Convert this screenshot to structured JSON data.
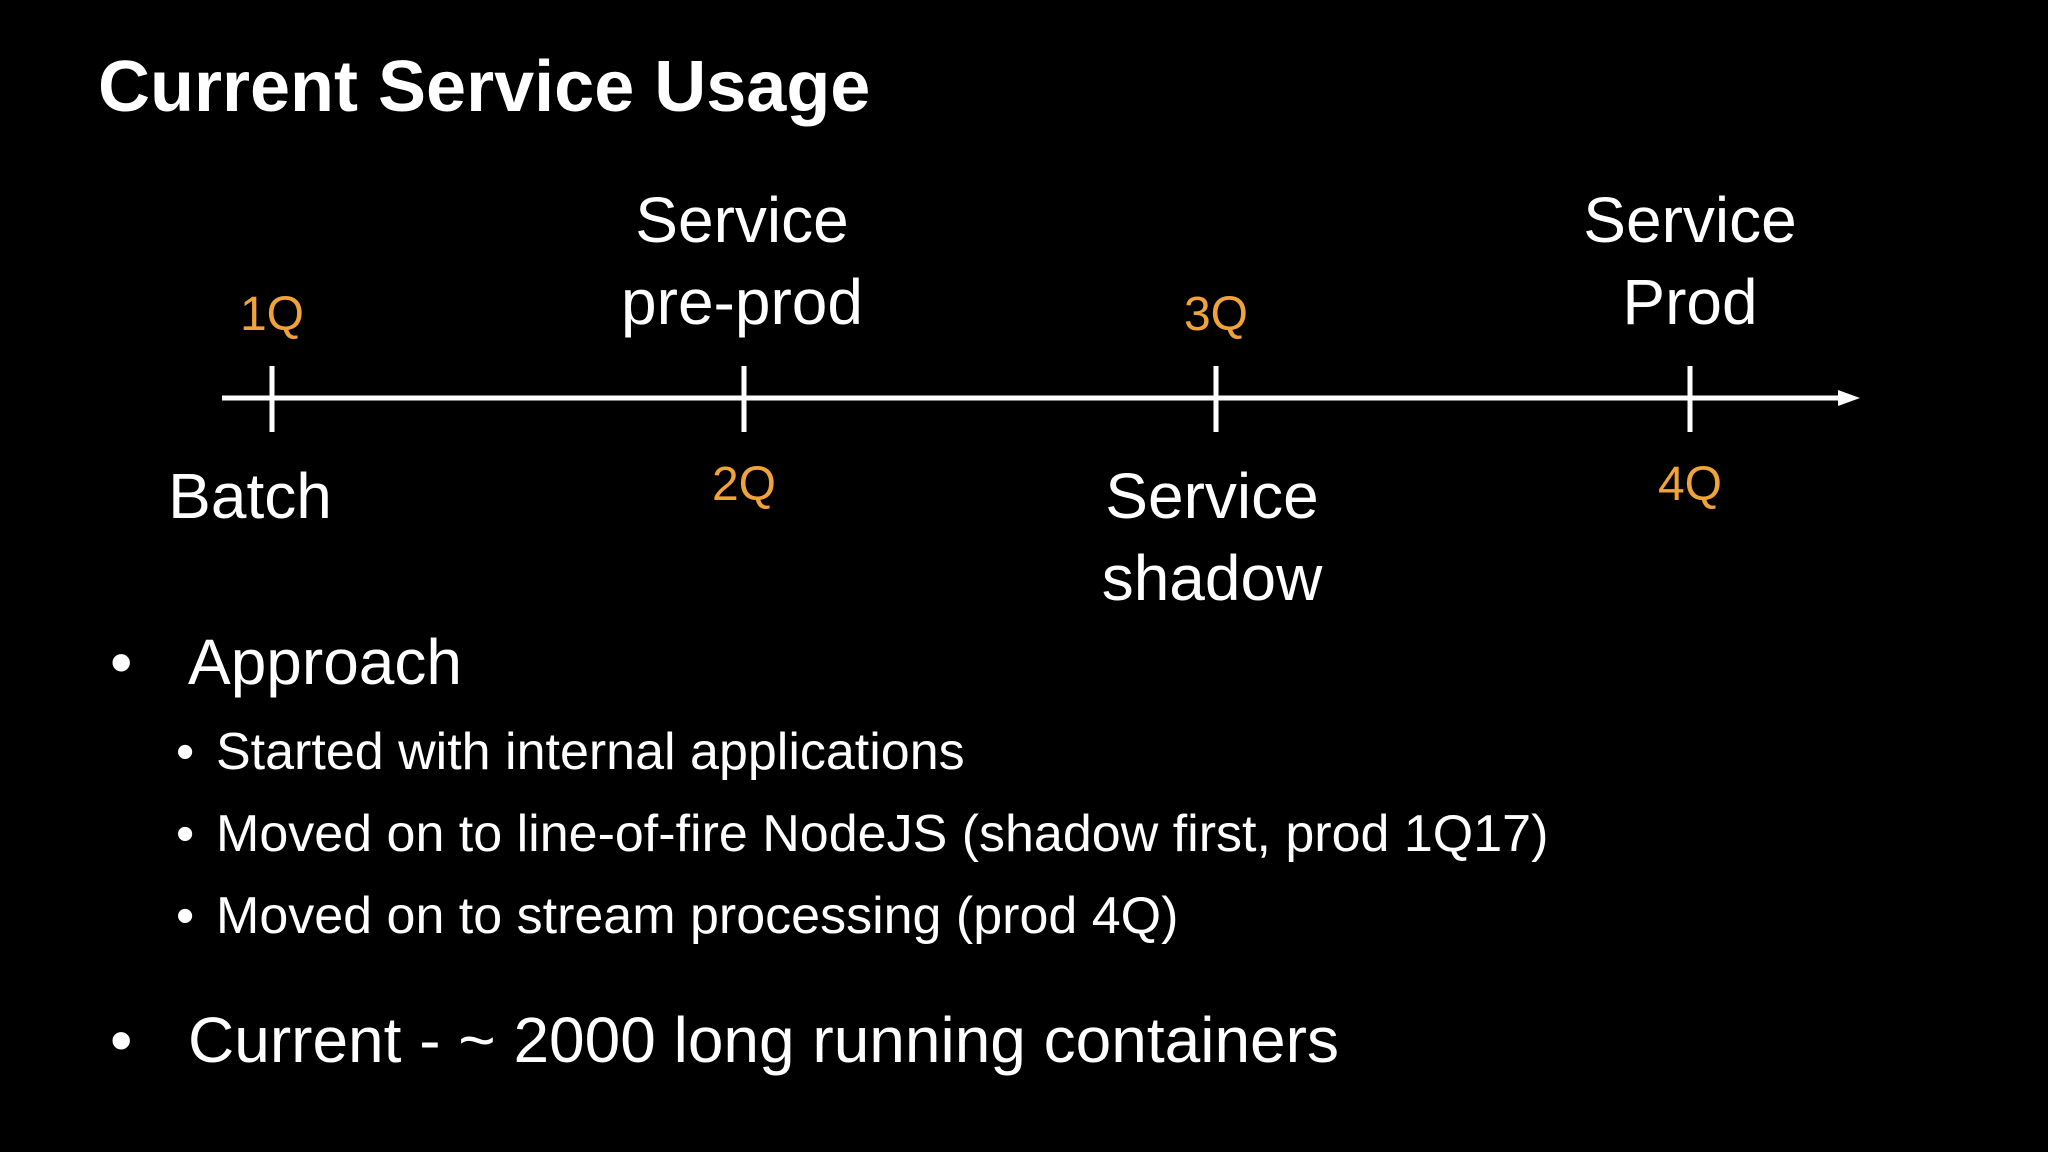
{
  "title": "Current Service Usage",
  "colors": {
    "background": "#000000",
    "text": "#ffffff",
    "quarter": "#f0a33a",
    "axis": "#ffffff"
  },
  "timeline": {
    "milestones": [
      {
        "quarter": "1Q",
        "label_lines": [
          "Batch"
        ],
        "label_side": "below",
        "quarter_side": "above"
      },
      {
        "quarter": "2Q",
        "label_lines": [
          "Service",
          "pre-prod"
        ],
        "label_side": "above",
        "quarter_side": "below"
      },
      {
        "quarter": "3Q",
        "label_lines": [
          "Service",
          "shadow"
        ],
        "label_side": "below",
        "quarter_side": "above"
      },
      {
        "quarter": "4Q",
        "label_lines": [
          "Service",
          "Prod"
        ],
        "label_side": "above",
        "quarter_side": "below"
      }
    ]
  },
  "bullets": {
    "approach": {
      "label": "Approach",
      "items": [
        "Started with internal applications",
        "Moved on to line-of-fire NodeJS (shadow first, prod 1Q17)",
        "Moved on to stream processing (prod 4Q)"
      ]
    },
    "current": {
      "label": "Current - ~ 2000 long running containers"
    }
  }
}
